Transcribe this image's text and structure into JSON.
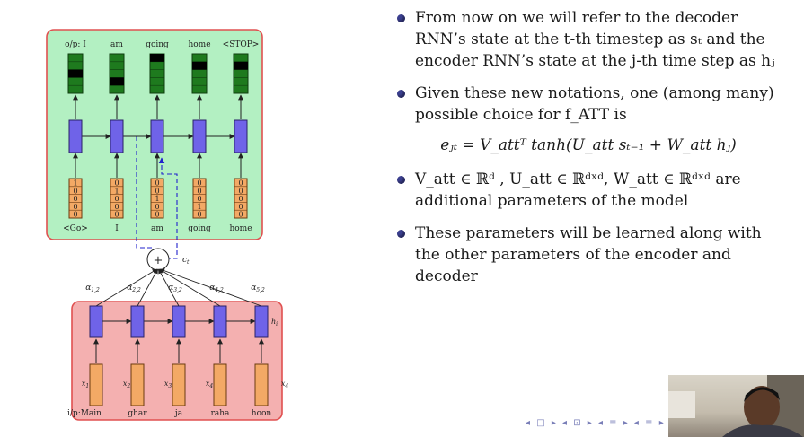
{
  "diagram": {
    "output_label_prefix": "o/p:",
    "outputs": [
      "I",
      "am",
      "going",
      "home",
      "<STOP>"
    ],
    "decoder_inputs": [
      "<Go>",
      "I",
      "am",
      "going",
      "home"
    ],
    "one_hot_vectors": [
      [
        "1",
        "0",
        "0",
        "0",
        "0"
      ],
      [
        "0",
        "1",
        "0",
        "0",
        "0"
      ],
      [
        "0",
        "0",
        "1",
        "0",
        "0"
      ],
      [
        "0",
        "0",
        "0",
        "1",
        "0"
      ],
      [
        "0",
        "0",
        "0",
        "0",
        "0"
      ]
    ],
    "sum_symbol": "+",
    "context_label": "c",
    "context_sub": "t",
    "alpha_labels": [
      {
        "base": "α",
        "sub": "1,2"
      },
      {
        "base": "α",
        "sub": "2,2"
      },
      {
        "base": "α",
        "sub": "3,2"
      },
      {
        "base": "α",
        "sub": "4,2"
      },
      {
        "base": "α",
        "sub": "5,2"
      }
    ],
    "hidden_label": {
      "base": "h",
      "sub": "i"
    },
    "input_prefix": "i/p:",
    "inputs": [
      "Main",
      "ghar",
      "ja",
      "raha",
      "hoon"
    ],
    "x_labels": [
      {
        "base": "x",
        "sub": "1"
      },
      {
        "base": "x",
        "sub": "2"
      },
      {
        "base": "x",
        "sub": "3"
      },
      {
        "base": "x",
        "sub": "4"
      },
      {
        "base": "x",
        "sub": "4"
      }
    ]
  },
  "bullets": {
    "b1": "From now on we will refer to the decoder RNN’s state at the t-th timestep as sₜ and the encoder RNN’s state at the j-th time step as hⱼ",
    "b2": "Given these new notations, one (among many) possible choice for f_ATT is",
    "equation": "eⱼₜ = V_attᵀ tanh(U_att sₜ₋₁ + W_att hⱼ)",
    "b3": "V_att ∈ ℝᵈ , U_att ∈ ℝᵈˣᵈ, W_att ∈ ℝᵈˣᵈ are additional parameters of the model",
    "b4": "These parameters will be learned along with the other parameters of the encoder and decoder"
  },
  "nav": "◂ □ ▸ ◂ ⊡ ▸ ◂ ≡ ▸ ◂ ≡ ▸ ≡ ∽",
  "colors": {
    "decoder_bg": "#b3f0c2",
    "decoder_border": "#e05050",
    "encoder_bg": "#f4b0b0",
    "rnn_cell": "#6f63e8",
    "output_cell": "#1e7a1e",
    "input_cell": "#f3a965",
    "bullet": "#3b3f8f"
  }
}
